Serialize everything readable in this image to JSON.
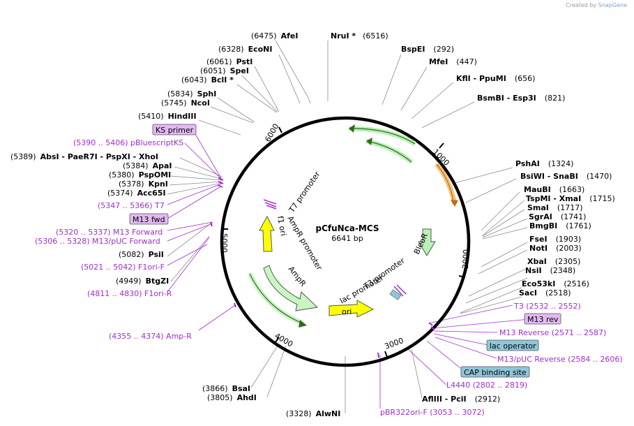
{
  "credit": {
    "created_by": "Created by",
    "brand": "SnapGene"
  },
  "plasmid": {
    "name": "pCfuNca-MCS",
    "size": "6641 bp"
  },
  "ticks": [
    "1000",
    "2000",
    "3000",
    "4000",
    "5000",
    "6000"
  ],
  "sites": [
    {
      "pos": "(6475)",
      "name": "AfeI"
    },
    {
      "pos": "(6516)",
      "name": "NruI *"
    },
    {
      "pos": "(6328)",
      "name": "EcoNI"
    },
    {
      "pos": "(292)",
      "name": "BspEI"
    },
    {
      "pos": "(6061)",
      "name": "PstI"
    },
    {
      "pos": "(447)",
      "name": "MfeI"
    },
    {
      "pos": "(6051)",
      "name": "SpeI"
    },
    {
      "pos": "(6043)",
      "name": "BclI *"
    },
    {
      "pos": "(656)",
      "name": "KflI - PpuMI"
    },
    {
      "pos": "(5834)",
      "name": "SphI"
    },
    {
      "pos": "(821)",
      "name": "BsmBI - Esp3I"
    },
    {
      "pos": "(5745)",
      "name": "NcoI"
    },
    {
      "pos": "(5410)",
      "name": "HindIII"
    },
    {
      "pos": "(5389)",
      "name": "AbsI - PaeR7I - PspXI - XhoI"
    },
    {
      "pos": "(5384)",
      "name": "ApaI"
    },
    {
      "pos": "(5380)",
      "name": "PspOMI"
    },
    {
      "pos": "(5378)",
      "name": "KpnI"
    },
    {
      "pos": "(5374)",
      "name": "Acc65I"
    },
    {
      "pos": "(1324)",
      "name": "PshAI"
    },
    {
      "pos": "(1470)",
      "name": "BsiWI - SnaBI"
    },
    {
      "pos": "(1663)",
      "name": "MauBI"
    },
    {
      "pos": "(1715)",
      "name": "TspMI - XmaI"
    },
    {
      "pos": "(1717)",
      "name": "SmaI"
    },
    {
      "pos": "(1741)",
      "name": "SgrAI"
    },
    {
      "pos": "(1761)",
      "name": "BmgBI"
    },
    {
      "pos": "(1903)",
      "name": "FseI"
    },
    {
      "pos": "(2003)",
      "name": "NotI"
    },
    {
      "pos": "(2305)",
      "name": "XbaI"
    },
    {
      "pos": "(2348)",
      "name": "NsiI"
    },
    {
      "pos": "(2516)",
      "name": "Eco53kI"
    },
    {
      "pos": "(2518)",
      "name": "SacI"
    },
    {
      "pos": "(5082)",
      "name": "PsiI"
    },
    {
      "pos": "(4949)",
      "name": "BtgZI"
    },
    {
      "pos": "(3866)",
      "name": "BsaI"
    },
    {
      "pos": "(3805)",
      "name": "AhdI"
    },
    {
      "pos": "(3328)",
      "name": "AlwNI"
    },
    {
      "pos": "(2912)",
      "name": "AflIII - PciI"
    }
  ],
  "primers": [
    {
      "label": "(5390 .. 5406)  pBluescriptKS"
    },
    {
      "label": "(5347 .. 5366)  T7"
    },
    {
      "label": "(5320 .. 5337)  M13 Forward"
    },
    {
      "label": "(5306 .. 5328)  M13/pUC Forward"
    },
    {
      "label": "(5021 .. 5042)  F1ori-F"
    },
    {
      "label": "(4811 .. 4830)  F1ori-R"
    },
    {
      "label": "(4355 .. 4374)  Amp-R"
    },
    {
      "label": "T3    (2532 .. 2552)"
    },
    {
      "label": "M13 Reverse    (2571 .. 2587)"
    },
    {
      "label": "M13/pUC Reverse    (2584 .. 2606)"
    },
    {
      "label": "L4440    (2802 .. 2819)"
    },
    {
      "label": "pBR322ori-F    (3053 .. 3072)"
    }
  ],
  "boxed": [
    {
      "label": "KS primer"
    },
    {
      "label": "M13 fwd"
    },
    {
      "label": "M13 rev"
    },
    {
      "label": "lac operator"
    },
    {
      "label": "CAP binding site"
    }
  ],
  "features": {
    "t7": "T7 promoter",
    "f1": "f1 ori",
    "ampr_promoter": "AmpR promoter",
    "ampr": "AmpR",
    "bleor": "BleoR",
    "t3": "T3 promoter",
    "lac": "lac promoter",
    "ori": "ori"
  },
  "colors": {
    "primer": "#a12bd0",
    "box_purple": "#e2b8f3",
    "box_teal": "#8fc6d9",
    "arrow_green": "#b9f0b6",
    "arrow_yellow": "#ffff00",
    "orange": "#e58a1f"
  }
}
